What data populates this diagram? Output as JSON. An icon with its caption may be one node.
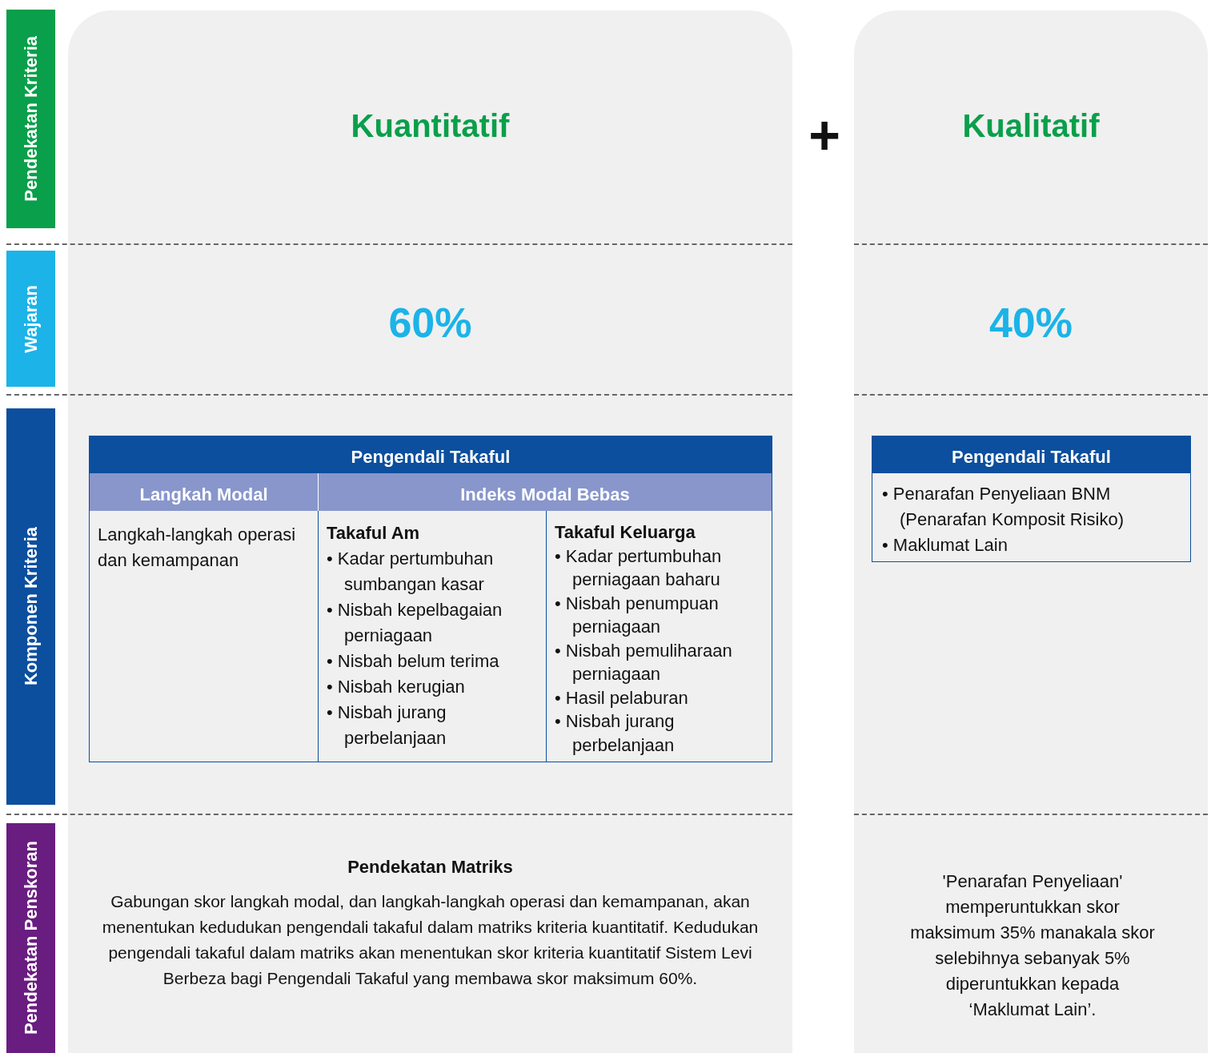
{
  "diagram": {
    "nodes": [
      {
        "text": [
          "Pendekatan Kriteria"
        ]
      },
      {
        "text": [
          "Wajaran"
        ]
      },
      {
        "text": [
          "Komponen Kriteria"
        ]
      },
      {
        "text": [
          "Pendekatan Penskoran"
        ]
      },
      {
        "text": [
          "Kuantitatif",
          "60%",
          "Pendekatan Matriks",
          "Gabungan skor langkah modal, dan langkah-langkah operasi dan kemampanan, akan menentukan kedudukan pengendali takaful dalam matriks kriteria kuantitatif. Kedudukan pengendali takaful dalam matriks akan menentukan skor kriteria kuantitatif Sistem Levi Berbeza bagi Pengendali Takaful yang membawa skor maksimum 60%."
        ]
      },
      {
        "text": [
          "Pengendali Takaful",
          "Langkah Modal",
          "Indeks Modal Bebas",
          "Langkah-langkah operasi dan kemampanan",
          "Takaful Am",
          "• Kadar pertumbuhan sumbangan kasar",
          "• Nisbah kepelbagaian perniagaan",
          "• Nisbah belum terima",
          "• Nisbah kerugian",
          "• Nisbah jurang perbelanjaan",
          "Takaful Keluarga",
          "• Kadar pertumbuhan perniagaan baharu",
          "• Nisbah penumpuan perniagaan",
          "• Nisbah pemuliharaan perniagaan",
          "• Hasil pelaburan",
          "• Nisbah jurang perbelanjaan"
        ],
        "in": 4
      },
      {
        "text": [
          "Kualitatif",
          "40%",
          "'Penarafan Penyeliaan' memperuntukkan skor maksimum 35% manakala skor selebihnya sebanyak 5% diperuntukkan kepada ‘Maklumat Lain’."
        ]
      },
      {
        "text": [
          "Pengendali Takaful",
          "• Penarafan Penyeliaan BNM (Penarafan Komposit Risiko)",
          "• Maklumat Lain"
        ],
        "in": 6
      }
    ],
    "labels": [
      "+"
    ]
  }
}
